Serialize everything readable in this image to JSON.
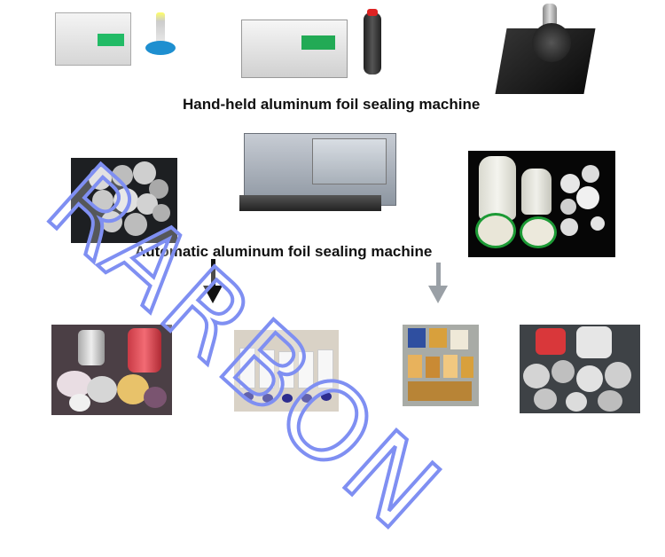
{
  "captions": {
    "handheld": "Hand-held aluminum foil sealing machine",
    "automatic": "Automatic aluminum foil sealing machine"
  },
  "watermark": "RARBON",
  "colors": {
    "watermark_outline": "#7f8ff2",
    "caption_text": "#111111",
    "arrow_black": "#111111",
    "arrow_gray": "#9aa0a6"
  },
  "icons": {
    "arrow_left": "down-arrow-icon",
    "arrow_right": "down-arrow-icon"
  }
}
